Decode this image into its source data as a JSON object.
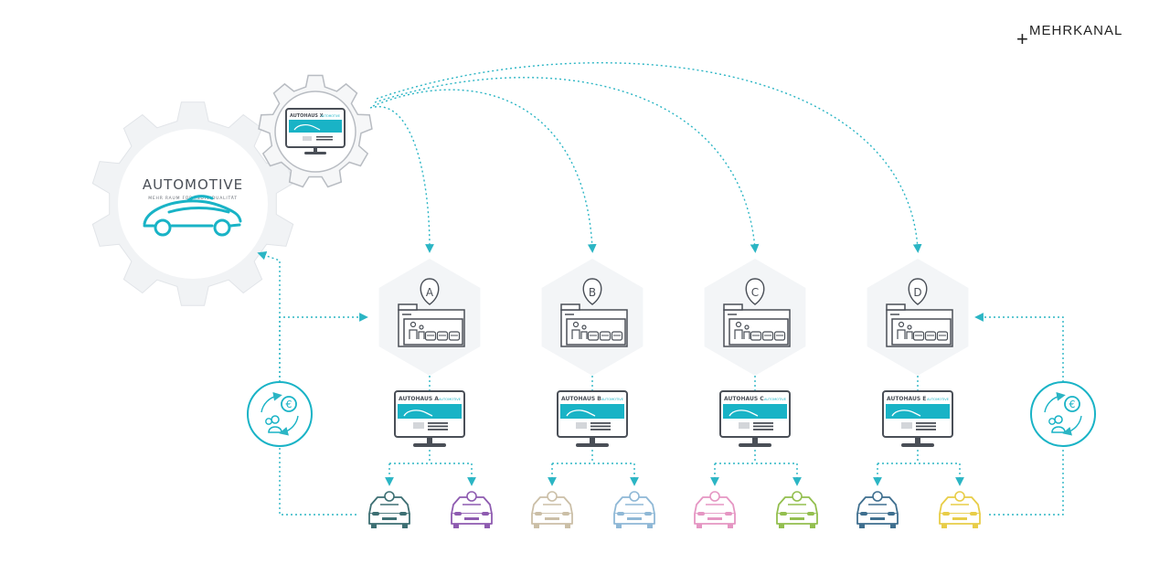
{
  "brand": {
    "plus": "+",
    "name": "MEHRKANAL"
  },
  "automotive": {
    "title": "AUTOMOTIVE",
    "tagline": "MEHR RAUM FÜR INDIVIDUALITÄT"
  },
  "central_site": {
    "label": "AUTOHAUS X",
    "logo_text": "AUTOMOTIVE"
  },
  "dealers": [
    {
      "letter": "A",
      "site_label": "AUTOHAUS A",
      "logo_text": "AUTOMOTIVE",
      "customers": [
        {
          "color": "#3d6f73"
        },
        {
          "color": "#8e5bb0"
        }
      ]
    },
    {
      "letter": "B",
      "site_label": "AUTOHAUS B",
      "logo_text": "AUTOMOTIVE",
      "customers": [
        {
          "color": "#cbbfa7"
        },
        {
          "color": "#8fb8d6"
        }
      ]
    },
    {
      "letter": "C",
      "site_label": "AUTOHAUS C",
      "logo_text": "AUTOMOTIVE",
      "customers": [
        {
          "color": "#e596c3"
        },
        {
          "color": "#93bf4f"
        }
      ]
    },
    {
      "letter": "D",
      "site_label": "AUTOHAUS E",
      "logo_text": "AUTOMOTIVE",
      "customers": [
        {
          "color": "#3f6f8f"
        },
        {
          "color": "#e8cd48"
        }
      ]
    }
  ],
  "colors": {
    "accent": "#19b3c6",
    "dotted_line": "#2bb5c4",
    "outline": "#4a4f57",
    "gear_fill": "#f1f3f5",
    "gear_stroke": "#b8bcc2"
  },
  "icons": {
    "revenue_left": "euro-cycle-icon",
    "revenue_right": "euro-cycle-icon",
    "customer": "car-with-driver-icon",
    "dealership": "dealership-building-icon"
  }
}
